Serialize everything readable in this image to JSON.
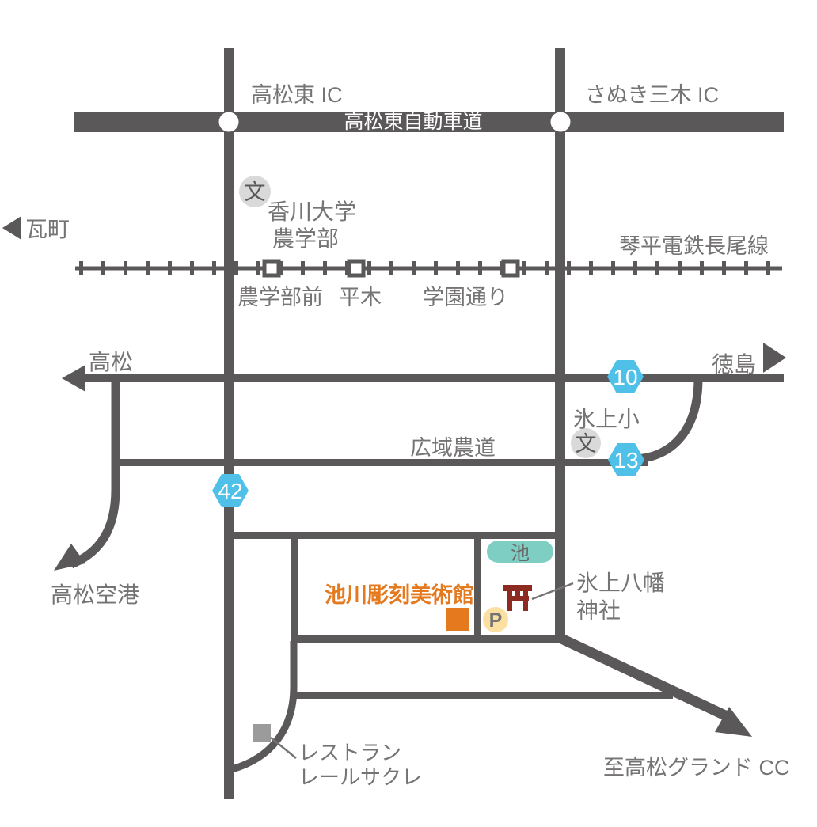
{
  "colors": {
    "road": "#5a5858",
    "label": "#757373",
    "route_badge": "#4fc0e8",
    "pond": "#7ecec4",
    "museum_accent": "#e5791e",
    "torii": "#8d2a22",
    "parking": "#fbe0a2",
    "school_badge": "#d9d9d9",
    "restaurant_marker": "#9b9b9b",
    "expressway_text": "#ffffff",
    "pond_text": "#6b6969",
    "station_fill": "#ffffff"
  },
  "expressway": {
    "name": "高松東自動車道",
    "ic_left": "高松東 IC",
    "ic_right": "さぬき三木 IC"
  },
  "railway": {
    "name": "琴平電鉄長尾線",
    "stations": [
      "農学部前",
      "平木",
      "学園通り"
    ]
  },
  "roads": {
    "kouiki_nodo": "広域農道"
  },
  "routes": {
    "r10": "10",
    "r13": "13",
    "r42": "42"
  },
  "destinations": {
    "kawaramachi": "瓦町",
    "takamatsu": "高松",
    "tokushima": "徳島",
    "airport": "高松空港",
    "grand_cc": "至高松グランド CC"
  },
  "pois": {
    "school_mark": "文",
    "university_line1": "香川大学",
    "university_line2": "農学部",
    "hikami_elementary": "氷上小",
    "museum": "池川彫刻美術館",
    "pond": "池",
    "shrine_line1": "氷上八幡",
    "shrine_line2": "神社",
    "parking": "P",
    "restaurant_line1": "レストラン",
    "restaurant_line2": "レールサクレ"
  }
}
